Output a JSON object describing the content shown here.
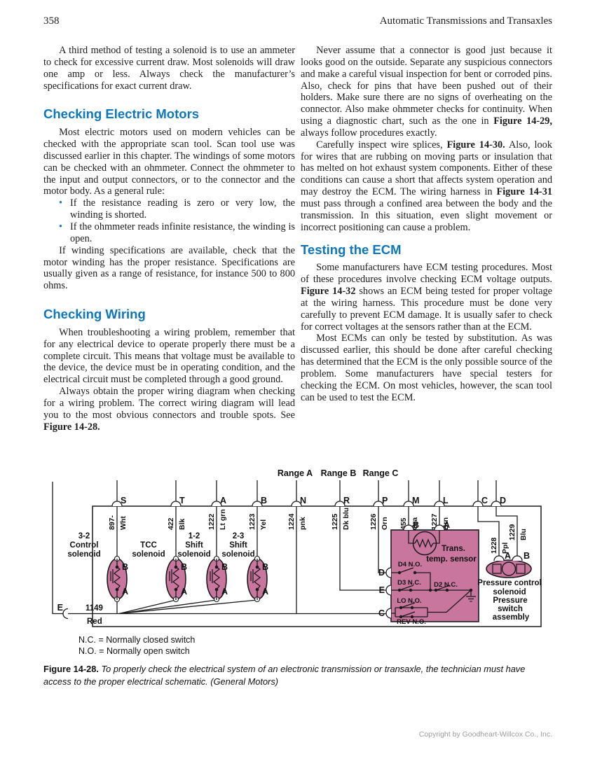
{
  "page": {
    "number": "358",
    "running_title": "Automatic Transmissions and Transaxles",
    "footer": "Copyright by Goodheart-Willcox Co., Inc."
  },
  "ui": {
    "bullet": "•"
  },
  "colors": {
    "accent_blue": "#0e76bc",
    "diagram_pink": "#c9769f"
  },
  "left_column": {
    "p1": [
      {
        "t": "A third method of testing a solenoid is to use an ammeter to check for excessive current draw. Most solenoids will draw one amp or less. Always check the manufacturer’s specifications for exact current draw."
      }
    ],
    "h1": "Checking Electric Motors",
    "p2": [
      {
        "t": "Most electric motors used on modern vehicles can be checked with the appropriate scan tool. Scan tool use was discussed earlier in this chapter. The windings of some motors can be checked with an ohmmeter. Connect the ohmmeter to the input and output connectors, or to the connector and the motor body. As a general rule:"
      }
    ],
    "bullets": [
      "If the resistance reading is zero or very low, the winding is shorted.",
      "If the ohmmeter reads infinite resistance, the winding is open."
    ],
    "p3": [
      {
        "t": "If winding specifications are available, check that the motor winding has the proper resistance. Specifications are usually given as a range of resistance, for instance 500 to 800 ohms."
      }
    ],
    "h2": "Checking Wiring",
    "p4": [
      {
        "t": "When troubleshooting a wiring problem, remember that for any electrical device to operate properly there must be a complete circuit. This means that voltage must be available to the device, the device must be in operating condition, and the electrical circuit must be completed through a good ground."
      }
    ],
    "p5": [
      {
        "t": "Always obtain the proper wiring diagram when checking for a wiring problem. The correct wiring diagram will lead you to the most obvious connectors and trouble spots. See "
      },
      {
        "t": "Figure 14-28.",
        "b": true
      }
    ]
  },
  "right_column": {
    "p1": [
      {
        "t": "Never assume that a connector is good just because it looks good on the outside. Separate any suspicious connectors and make a careful visual inspection for bent or corroded pins. Also, check for pins that have been pushed out of their holders. Make sure there are no signs of overheating on the connector. Also make ohmmeter checks for continuity. When using a diagnostic chart, such as the one in "
      },
      {
        "t": "Figure 14-29,",
        "b": true
      },
      {
        "t": " always follow procedures exactly."
      }
    ],
    "p2": [
      {
        "t": "Carefully inspect wire splices, "
      },
      {
        "t": "Figure 14-30.",
        "b": true
      },
      {
        "t": " Also, look for wires that are rubbing on moving parts or insulation that has melted on hot exhaust system components. Either of these conditions can cause a short that affects system operation and may destroy the ECM. The wiring harness in "
      },
      {
        "t": "Figure 14-31",
        "b": true
      },
      {
        "t": " must pass through a confined area between the body and the transmission. In this situation, even slight movement or incorrect positioning can cause a problem."
      }
    ],
    "h1": "Testing the ECM",
    "p3": [
      {
        "t": "Some manufacturers have ECM testing procedures. Most of these procedures involve checking ECM voltage outputs. "
      },
      {
        "t": "Figure 14-32",
        "b": true
      },
      {
        "t": " shows an ECM being tested for proper voltage at the wiring harness. This procedure must be done very carefully to prevent ECM damage. It is usually safer to check for correct voltages at the sensors rather than at the ECM."
      }
    ],
    "p4": [
      {
        "t": "Most ECMs can only be tested by substitution. As was discussed earlier, this should be done after careful checking has determined that the ECM is the only possible source of the problem. Some manufacturers have special testers for checking the ECM. On most vehicles, however, the scan tool can be used to test the ECM."
      }
    ]
  },
  "figure": {
    "ranges": [
      "Range A",
      "Range B",
      "Range C"
    ],
    "terminals": [
      {
        "letter": "S",
        "wire": "897-",
        "color": "Wht"
      },
      {
        "letter": "T",
        "wire": "422",
        "color": "Blk"
      },
      {
        "letter": "A",
        "wire": "1222",
        "color": "Lt grn"
      },
      {
        "letter": "B",
        "wire": "1223",
        "color": "Yel"
      },
      {
        "letter": "N",
        "wire": "1224",
        "color": "pnk"
      },
      {
        "letter": "R",
        "wire": "1225",
        "color": "Dk blu"
      },
      {
        "letter": "P",
        "wire": "1226",
        "color": "Orn"
      },
      {
        "letter": "M",
        "wire": "455",
        "color": "Gra"
      },
      {
        "letter": "L",
        "wire": "1227",
        "color": "Brn"
      },
      {
        "letter": "C",
        "wire": "1228",
        "color": "Ppl"
      },
      {
        "letter": "D",
        "wire": "1229",
        "color": "Blu"
      }
    ],
    "feed": {
      "letter": "E",
      "wire": "1149",
      "color": "Red"
    },
    "solenoids": [
      {
        "lines": [
          "3-2",
          "Control",
          "solenoid"
        ]
      },
      {
        "lines": [
          "TCC",
          "solenoid"
        ]
      },
      {
        "lines": [
          "1-2",
          "Shift",
          "solenoid"
        ]
      },
      {
        "lines": [
          "2-3",
          "Shift",
          "solenoid"
        ]
      }
    ],
    "sol_terms": {
      "top": "B",
      "bottom": "A"
    },
    "sensor": {
      "line1": "Trans.",
      "line2": "temp. sensor",
      "left": "B",
      "right": "A"
    },
    "box_terms": {
      "d": "D",
      "e": "E",
      "c": "C"
    },
    "switches": [
      "D4 N.O.",
      "D3 N.C.",
      "D2 N.C.",
      "LO N.O.",
      "REV N.O."
    ],
    "pressure_control": [
      "Pressure control",
      "solenoid"
    ],
    "assembly": [
      "Pressure",
      "switch",
      "assembly"
    ],
    "pc_terms": {
      "a": "A",
      "b": "B"
    },
    "legend": [
      "N.C. = Normally closed switch",
      "N.O. = Normally open switch"
    ],
    "caption": [
      {
        "t": "Figure 14-28.",
        "b": true
      },
      {
        "t": " To properly check the electrical system of an electronic transmission or transaxle, the technician must have access to the proper electrical schematic. (General Motors)"
      }
    ]
  }
}
